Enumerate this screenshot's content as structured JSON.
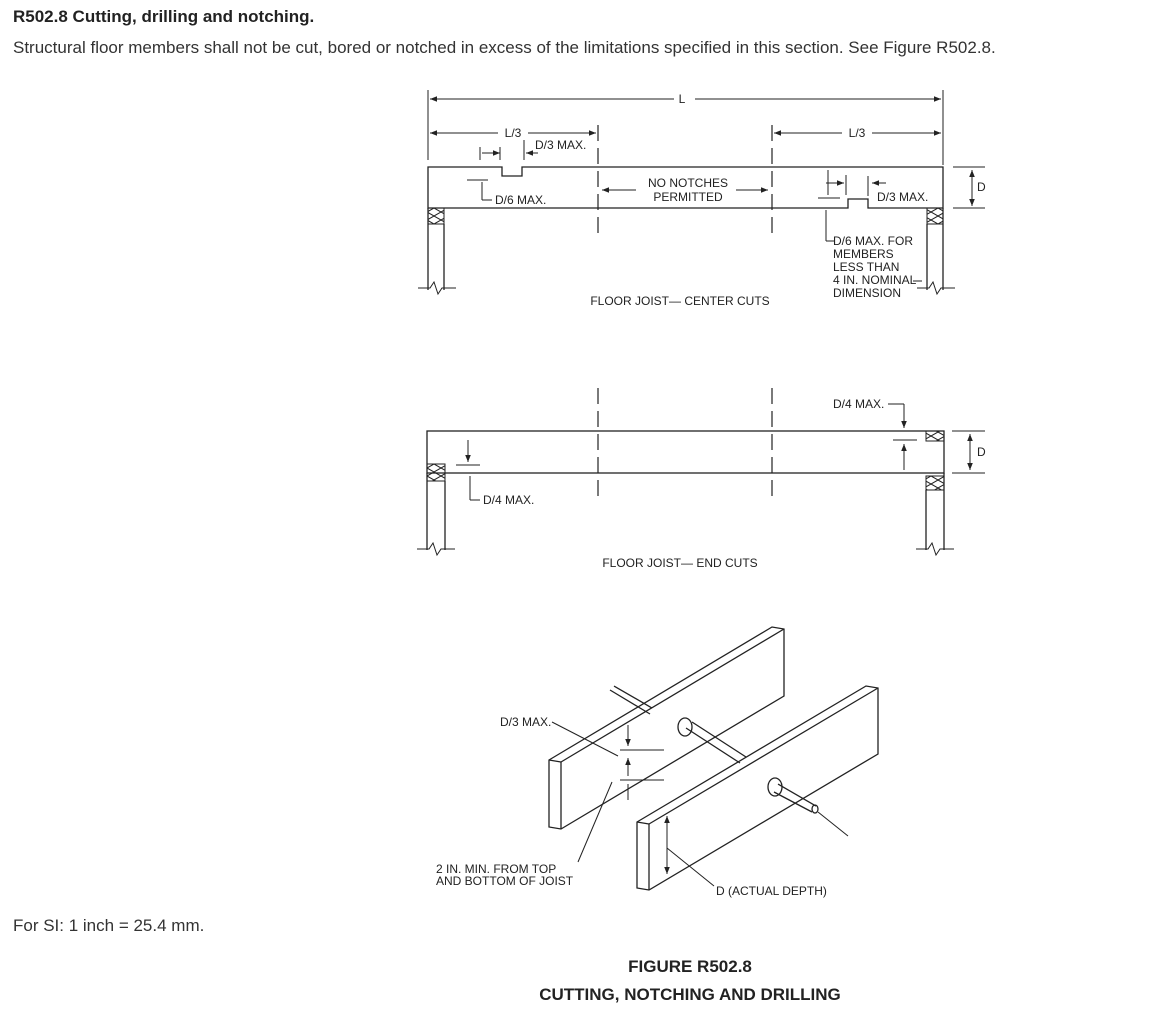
{
  "section": {
    "heading": "R502.8 Cutting, drilling and notching.",
    "intro": "Structural floor members shall not be cut, bored or notched in excess of the limitations specified in this section. See Figure R502.8."
  },
  "si_note": "For SI: 1 inch = 25.4 mm.",
  "figure": {
    "number": "FIGURE R502.8",
    "title": "CUTTING, NOTCHING AND DRILLING",
    "center_cuts": {
      "span_label": "L",
      "left_third_label": "L/3",
      "right_third_label": "L/3",
      "left_top_notch_label": "D/3 MAX.",
      "left_bottom_notch_label": "D/6 MAX.",
      "middle_label_line1": "NO NOTCHES",
      "middle_label_line2": "PERMITTED",
      "right_top_label": "D/3 MAX.",
      "depth_label": "D",
      "note_line1": "D/6 MAX. FOR",
      "note_line2": "MEMBERS",
      "note_line3": "LESS THAN",
      "note_line4": "4 IN. NOMINAL",
      "note_line5": "DIMENSION",
      "caption": "FLOOR JOIST— CENTER CUTS"
    },
    "end_cuts": {
      "top_right_label": "D/4 MAX.",
      "depth_label": "D",
      "bottom_left_label": "D/4 MAX.",
      "caption": "FLOOR JOIST— END CUTS"
    },
    "drilling": {
      "hole_label": "D/3 MAX.",
      "edge_line1": "2 IN. MIN. FROM TOP",
      "edge_line2": "AND BOTTOM OF JOIST",
      "depth_label": "D  (ACTUAL DEPTH)"
    }
  }
}
